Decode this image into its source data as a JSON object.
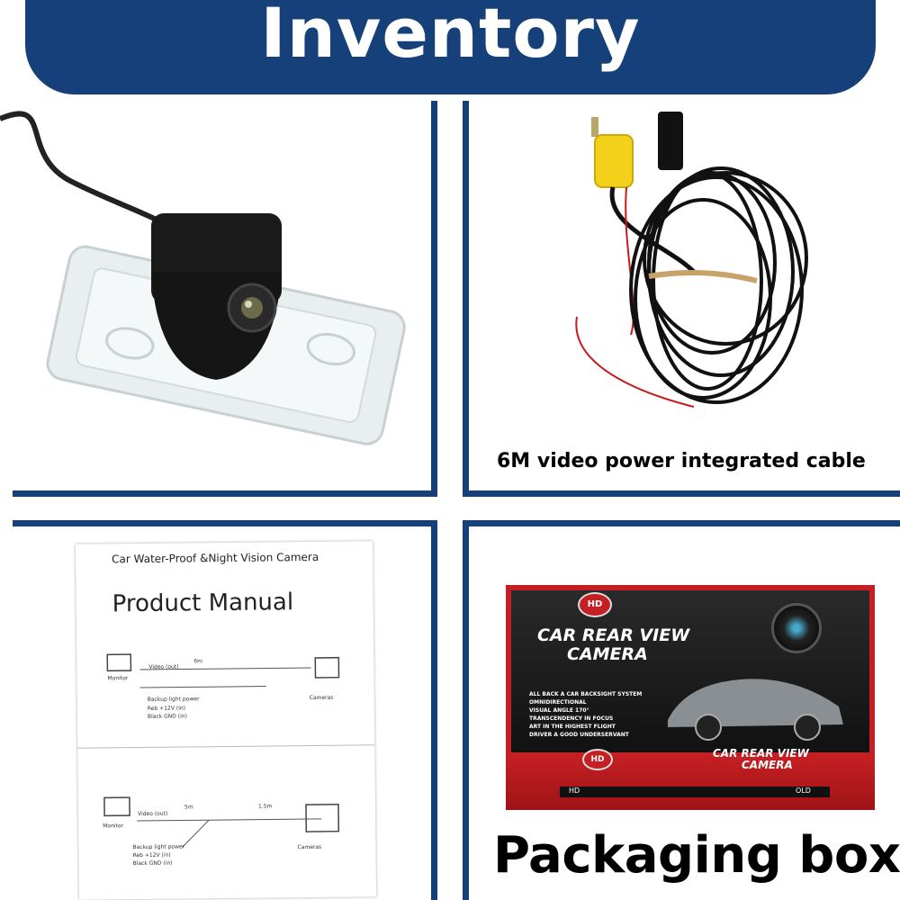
{
  "header": {
    "title": "Inventory"
  },
  "panels": {
    "camera": {
      "image": "rear-view-camera-with-license-plate-light-housing"
    },
    "cable": {
      "image": "coiled-black-cable-with-yellow-rca-connector",
      "caption": "6M video power integrated cable"
    },
    "manual": {
      "image": "product-manual-sheet",
      "subtitle": "Car Water-Proof &Night Vision Camera",
      "title": "Product Manual",
      "diagram1": {
        "monitor": "Monitor",
        "video": "Video (out)",
        "length": "6m",
        "backup": "Backup light power",
        "red": "Reb +12V (in)",
        "black": "Black GND (in)",
        "cameras": "Cameras"
      },
      "diagram2": {
        "monitor": "Monitor",
        "video": "Video (out)",
        "length1": "5m",
        "length2": "1.5m",
        "backup": "Backup light power",
        "red": "Reb +12V (in)",
        "black": "Black GND (in)",
        "cameras": "Cameras"
      }
    },
    "box": {
      "image": "red-black-retail-packaging-box",
      "caption": "Packaging box",
      "badge": "HD",
      "title_line1": "CAR REAR VIEW",
      "title_line2": "CAMERA",
      "features": [
        "ALL BACK A CAR BACKSIGHT SYSTEM",
        "OMNIDIRECTIONAL",
        "VISUAL ANGLE 170°",
        "TRANSCENDENCY IN FOCUS",
        "ART IN THE HIGHEST FLIGHT",
        "DRIVER A GOOD UNDERSERVANT"
      ],
      "strip_left": "HD",
      "strip_right": "OLD"
    }
  },
  "colors": {
    "accent": "#15407a",
    "box_red": "#c41f22",
    "cable_connector": "#f3d11a"
  }
}
